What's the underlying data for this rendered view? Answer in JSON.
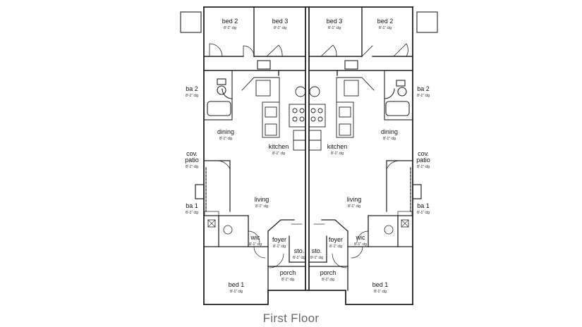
{
  "caption": "First Floor",
  "ceiling": "8'-1\" clg",
  "rooms": {
    "left": {
      "bed2": "bed 2",
      "bed3": "bed 3",
      "ba2": "ba 2",
      "dining": "dining",
      "kitchen": "kitchen",
      "covpatio_1": "cov.",
      "covpatio_2": "patio",
      "living": "living",
      "ba1": "ba 1",
      "wic": "wic",
      "foyer": "foyer",
      "sto": "sto.",
      "porch": "porch",
      "bed1": "bed 1"
    },
    "right": {
      "bed3": "bed 3",
      "bed2": "bed 2",
      "ba2": "ba 2",
      "dining": "dining",
      "kitchen": "kitchen",
      "covpatio_1": "cov.",
      "covpatio_2": "patio",
      "living": "living",
      "ba1": "ba 1",
      "wic": "wic",
      "foyer": "foyer",
      "sto": "sto.",
      "porch": "porch",
      "bed1": "bed 1"
    }
  }
}
